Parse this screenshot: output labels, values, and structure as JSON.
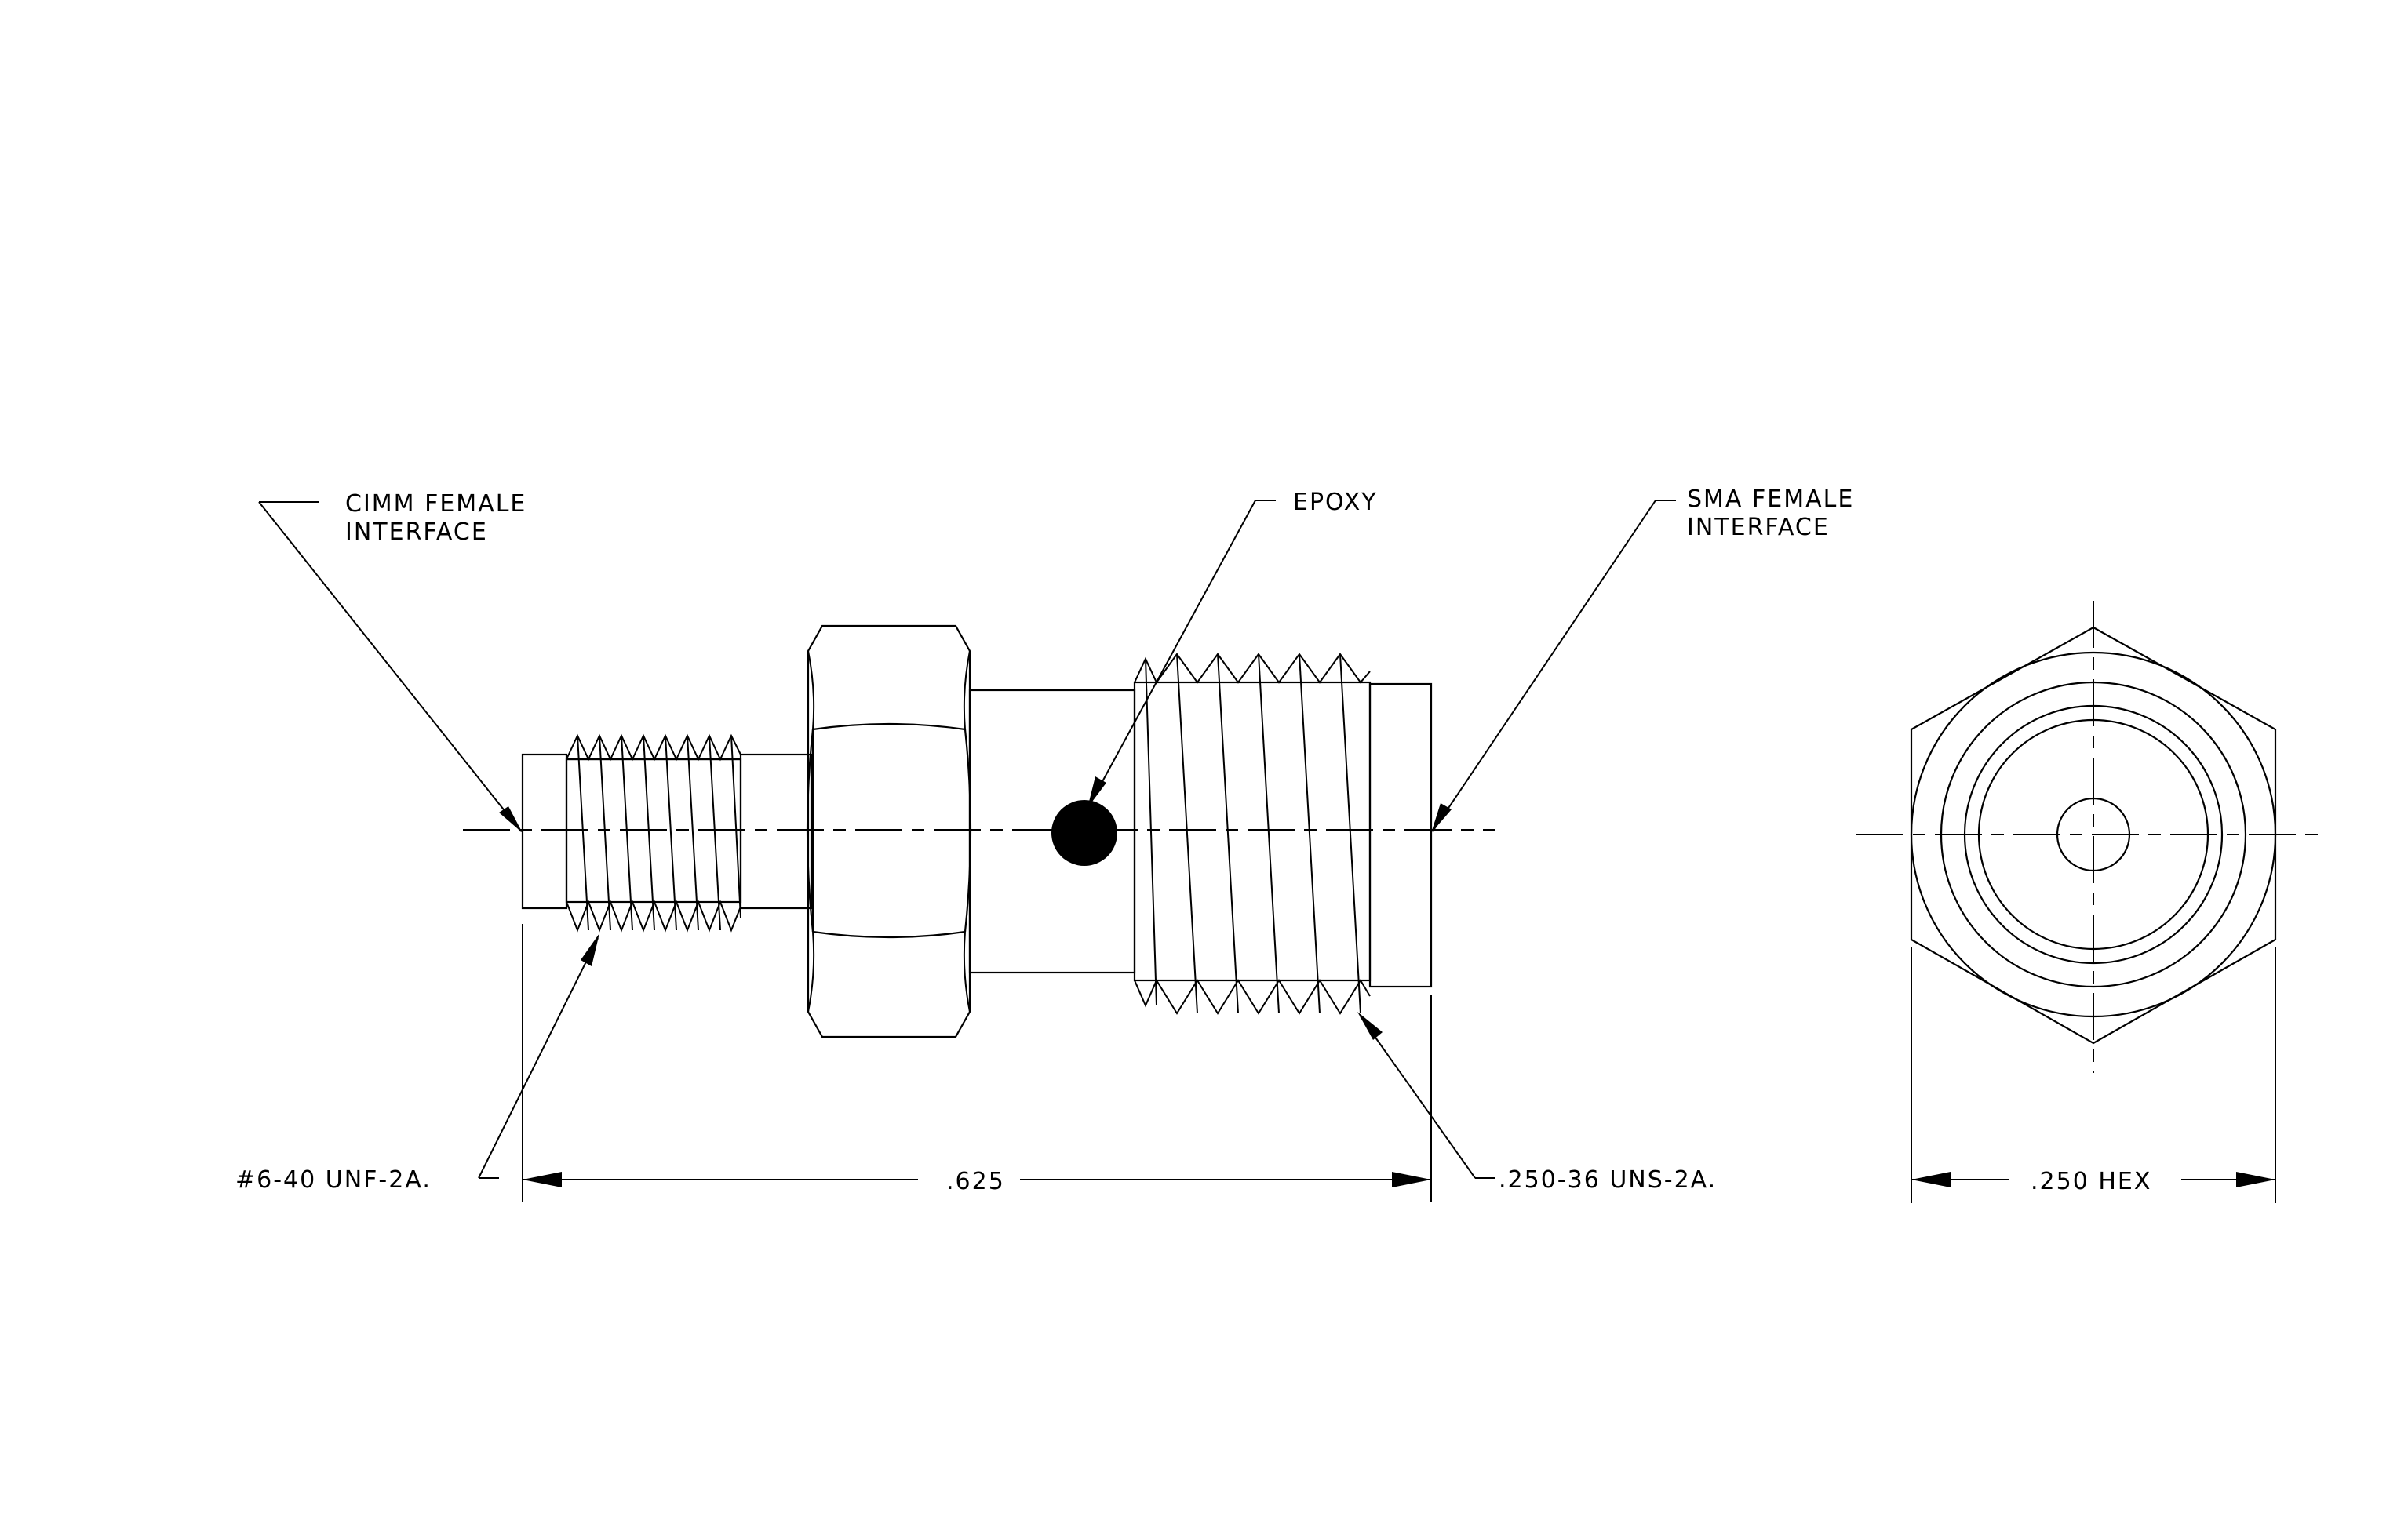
{
  "labels": {
    "cimm_line1": "CIMM FEMALE",
    "cimm_line2": "INTERFACE",
    "epoxy": "EPOXY",
    "sma_line1": "SMA FEMALE",
    "sma_line2": "INTERFACE",
    "thread_small": "#6-40 UNF-2A.",
    "length": ".625",
    "thread_large": ".250-36 UNS-2A.",
    "hex": ".250 HEX"
  },
  "colors": {
    "ink": "#000000",
    "paper": "#ffffff"
  }
}
